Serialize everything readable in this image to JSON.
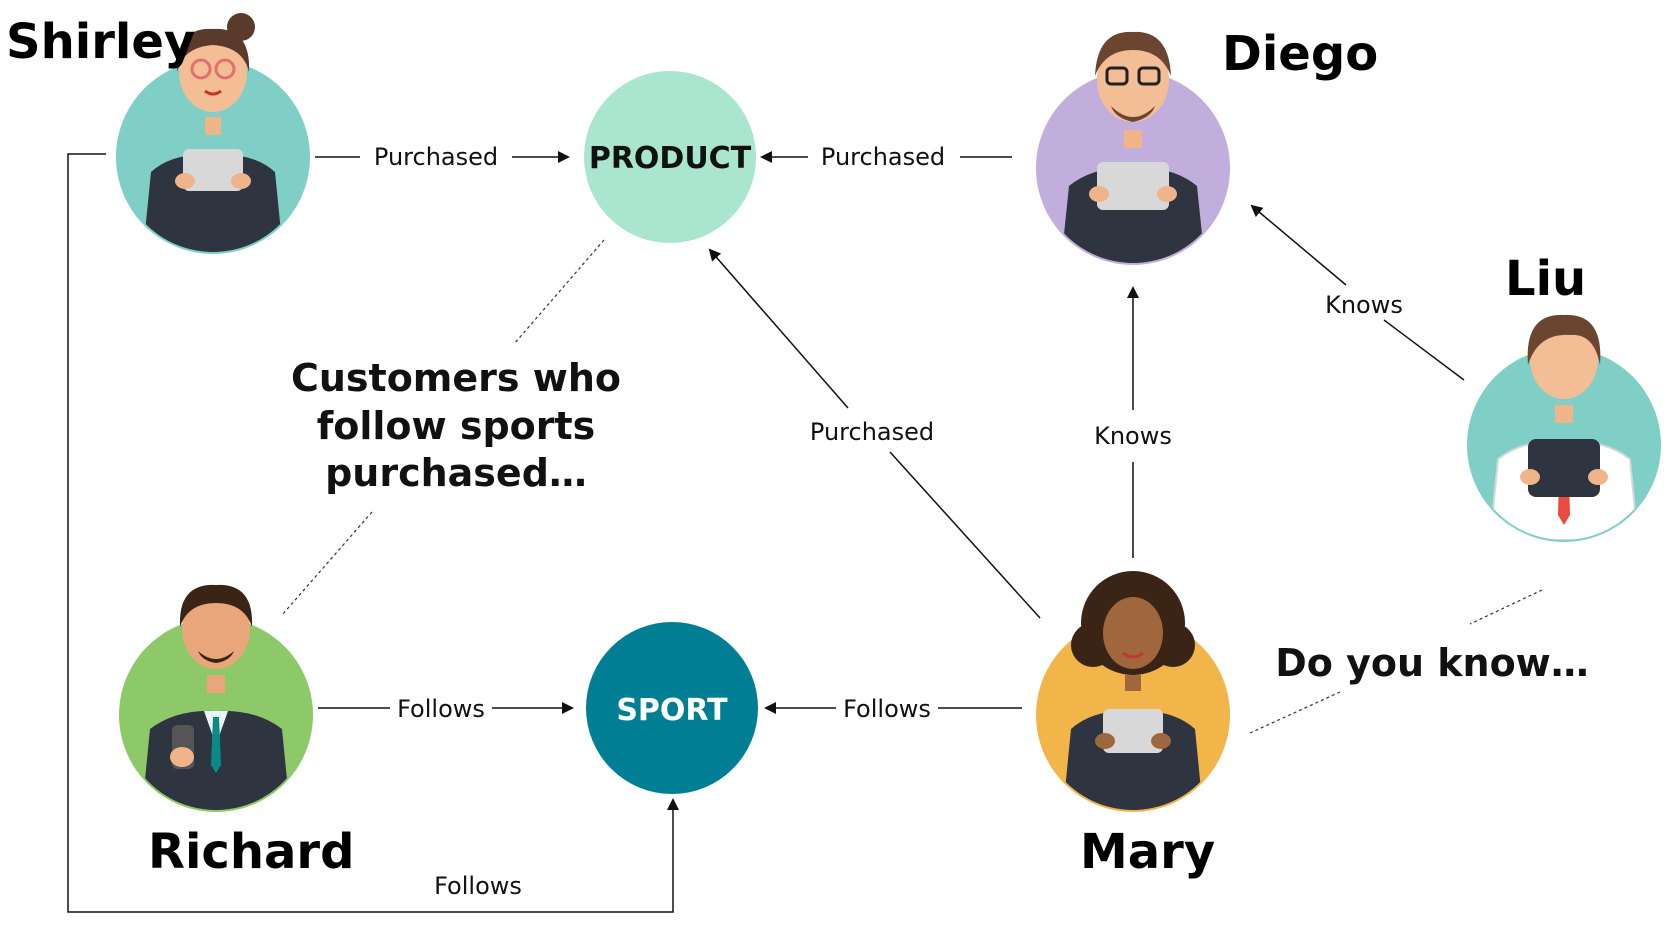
{
  "people": {
    "shirley": {
      "name": "Shirley",
      "bg": "#7fcfc6"
    },
    "diego": {
      "name": "Diego",
      "bg": "#c2aedc"
    },
    "liu": {
      "name": "Liu",
      "bg": "#7fcfc6"
    },
    "richard": {
      "name": "Richard",
      "bg": "#8dc968"
    },
    "mary": {
      "name": "Mary",
      "bg": "#f2b54a"
    }
  },
  "nodes": {
    "product": {
      "label": "PRODUCT",
      "bg": "#a9e5cf",
      "text_color": "#111111"
    },
    "sport": {
      "label": "SPORT",
      "bg": "#007f94",
      "text_color": "#ffffff"
    }
  },
  "edges": {
    "shirley_product": "Purchased",
    "diego_product": "Purchased",
    "mary_product": "Purchased",
    "mary_diego": "Knows",
    "liu_diego": "Knows",
    "richard_sport": "Follows",
    "mary_sport": "Follows",
    "shirley_sport": "Follows"
  },
  "callouts": {
    "customers": "Customers who follow sports purchased…",
    "do_you_know": "Do you know…"
  }
}
